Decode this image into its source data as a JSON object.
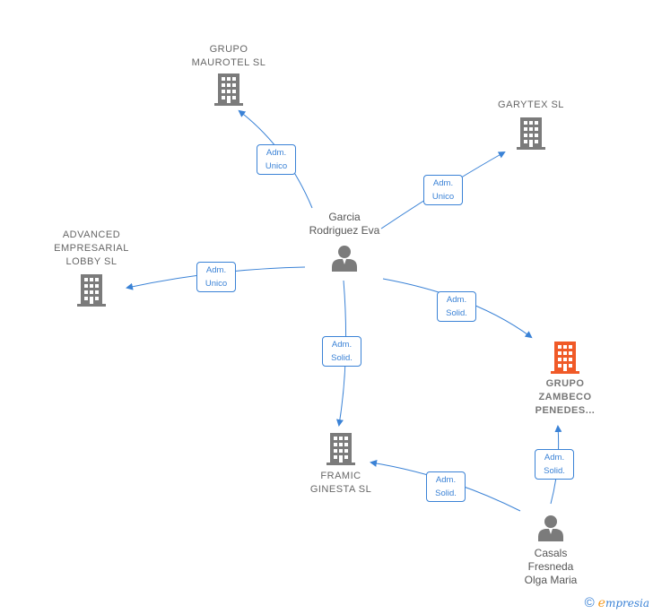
{
  "colors": {
    "edge": "#3a82d6",
    "node": "#7b7b7b",
    "highlight": "#f05a28"
  },
  "companies": {
    "grupo_maurotel": {
      "line1": "GRUPO",
      "line2": "MAUROTEL  SL"
    },
    "garytex": {
      "line1": "GARYTEX  SL"
    },
    "advanced": {
      "line1": "ADVANCED",
      "line2": "EMPRESARIAL",
      "line3": "LOBBY SL"
    },
    "grupo_zambeco": {
      "line1": "GRUPO",
      "line2": "ZAMBECO",
      "line3": "PENEDES..."
    },
    "framic": {
      "line1": "FRAMIC",
      "line2": "GINESTA  SL"
    }
  },
  "persons": {
    "garcia": {
      "line1": "Garcia",
      "line2": "Rodriguez Eva"
    },
    "casals": {
      "line1": "Casals",
      "line2": "Fresneda",
      "line3": "Olga Maria"
    }
  },
  "edges": {
    "garcia_maurotel": {
      "line1": "Adm.",
      "line2": "Unico"
    },
    "garcia_garytex": {
      "line1": "Adm.",
      "line2": "Unico"
    },
    "garcia_advanced": {
      "line1": "Adm.",
      "line2": "Unico"
    },
    "garcia_zambeco": {
      "line1": "Adm.",
      "line2": "Solid."
    },
    "garcia_framic": {
      "line1": "Adm.",
      "line2": "Solid."
    },
    "casals_framic": {
      "line1": "Adm.",
      "line2": "Solid."
    },
    "casals_zambeco": {
      "line1": "Adm.",
      "line2": "Solid."
    }
  },
  "footer": {
    "copyright": "©",
    "brand_initial": "e",
    "brand_rest": "mpresia"
  }
}
